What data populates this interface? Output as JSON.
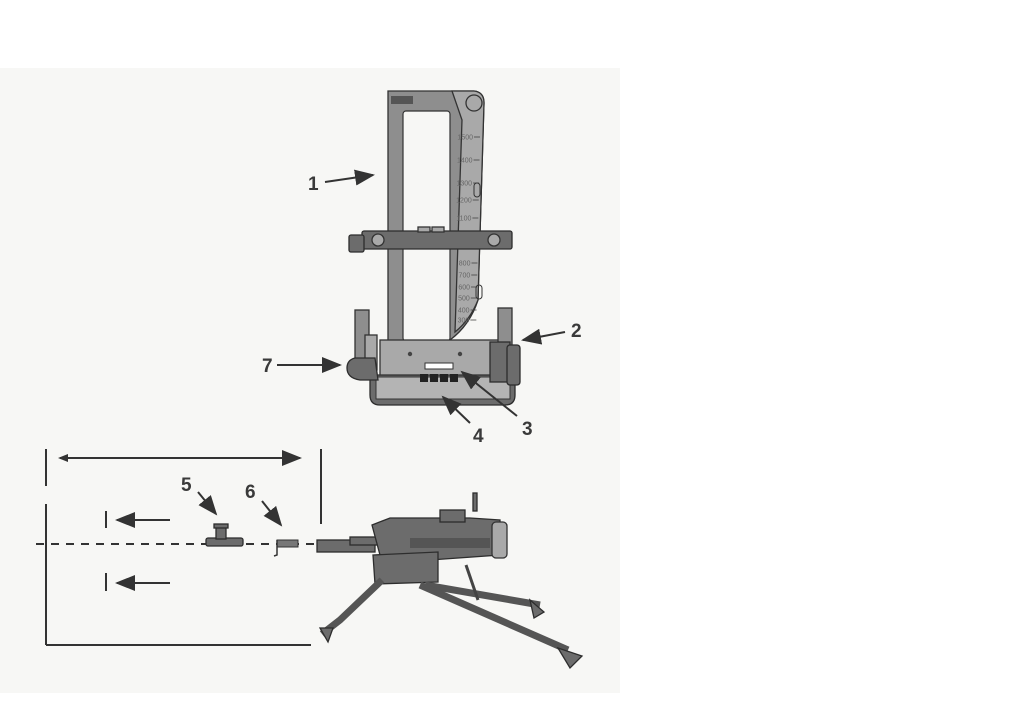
{
  "callouts": {
    "c1": "1",
    "c2": "2",
    "c3": "3",
    "c4": "4",
    "c5": "5",
    "c6": "6",
    "c7": "7"
  },
  "scale_labels": [
    "1500",
    "1400",
    "1300",
    "1200",
    "1100",
    "800",
    "700",
    "600",
    "500",
    "400",
    "300"
  ],
  "colors": {
    "metal": "#8e8e8e",
    "outline": "#333333",
    "background": "#f7f7f5"
  }
}
